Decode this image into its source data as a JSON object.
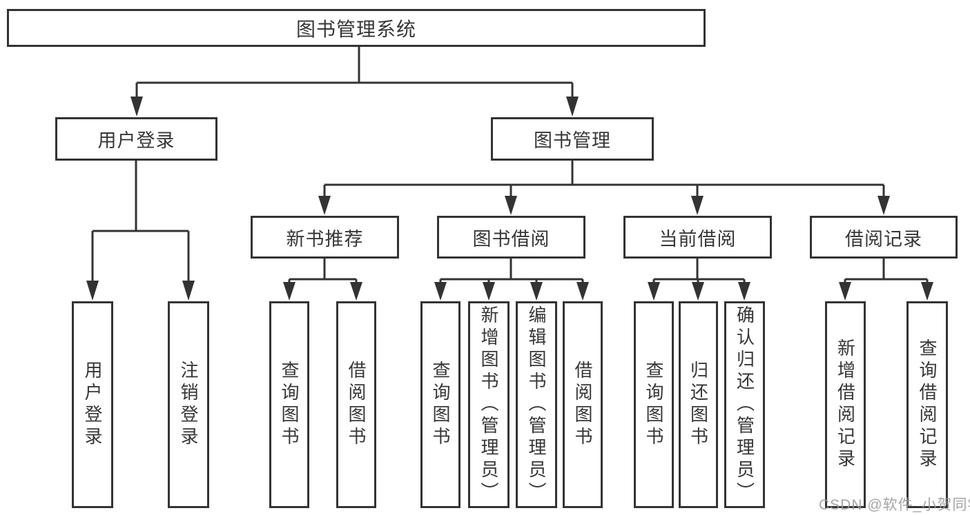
{
  "diagram": {
    "root": {
      "label": "图书管理系统"
    },
    "branches": [
      {
        "label": "用户登录",
        "children": [
          {
            "label": "用户登录"
          },
          {
            "label": "注销登录"
          }
        ]
      },
      {
        "label": "图书管理",
        "children": [
          {
            "label": "新书推荐",
            "children": [
              {
                "label": "查询图书"
              },
              {
                "label": "借阅图书"
              }
            ]
          },
          {
            "label": "图书借阅",
            "children": [
              {
                "label": "查询图书"
              },
              {
                "label": "新增图书（管理员）"
              },
              {
                "label": "编辑图书（管理员）"
              },
              {
                "label": "借阅图书"
              }
            ]
          },
          {
            "label": "当前借阅",
            "children": [
              {
                "label": "查询图书"
              },
              {
                "label": "归还图书"
              },
              {
                "label": "确认归还（管理员）"
              }
            ]
          },
          {
            "label": "借阅记录",
            "children": [
              {
                "label": "新增借阅记录"
              },
              {
                "label": "查询借阅记录"
              }
            ]
          }
        ]
      }
    ]
  },
  "colors": {
    "line": "#333333",
    "box_border": "#333333",
    "box_fill": "#ffffff",
    "text": "#363636",
    "watermark": "#9b9b9b"
  },
  "watermark": {
    "text": "CSDN @软件_小贺同学"
  }
}
